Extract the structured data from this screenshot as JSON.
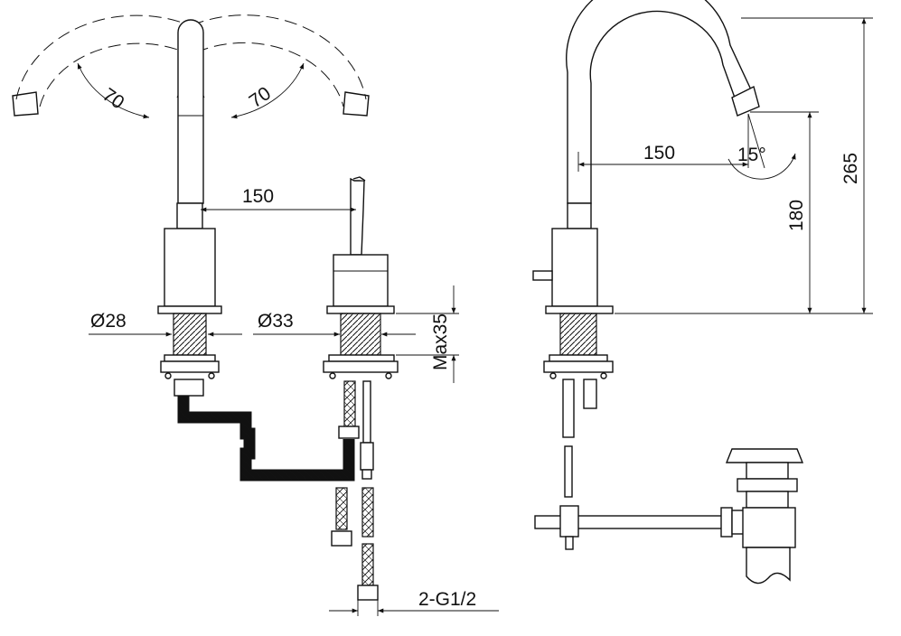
{
  "dimensions": {
    "swing_left": "70",
    "swing_right": "70",
    "spread_front": "150",
    "dia_spout_base": "Ø28",
    "dia_handle_base": "Ø33",
    "max_mount": "Max35",
    "thread": "2-G1/2",
    "reach_side": "150",
    "angle_side": "15°",
    "outlet_height": "180",
    "total_height": "265"
  },
  "colors": {
    "line": "#111111",
    "background": "#ffffff"
  }
}
